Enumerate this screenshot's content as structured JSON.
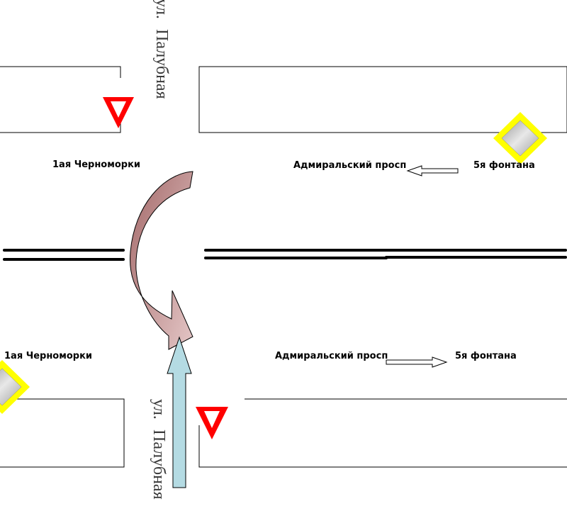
{
  "labels": {
    "north_left": "1ая Черноморки",
    "north_center": "Адмиральский просп",
    "north_right": "5я фонтана",
    "south_left": "1ая Черноморки",
    "south_center": "Адмиральский просп",
    "south_right": "5я фонтана"
  },
  "streets": {
    "top_line1": "ул.",
    "top_line2": "Палубная",
    "bottom_line1": "ул.",
    "bottom_line2": "Палубная"
  },
  "signs": {
    "yield_color": "#ff0000",
    "priority_outer_color": "#ffff00",
    "priority_inner_color": "#c8c8c8"
  },
  "arrows": {
    "turn_arrow_color": "#c9a0a0",
    "straight_arrow_color": "#b4dbe3"
  }
}
